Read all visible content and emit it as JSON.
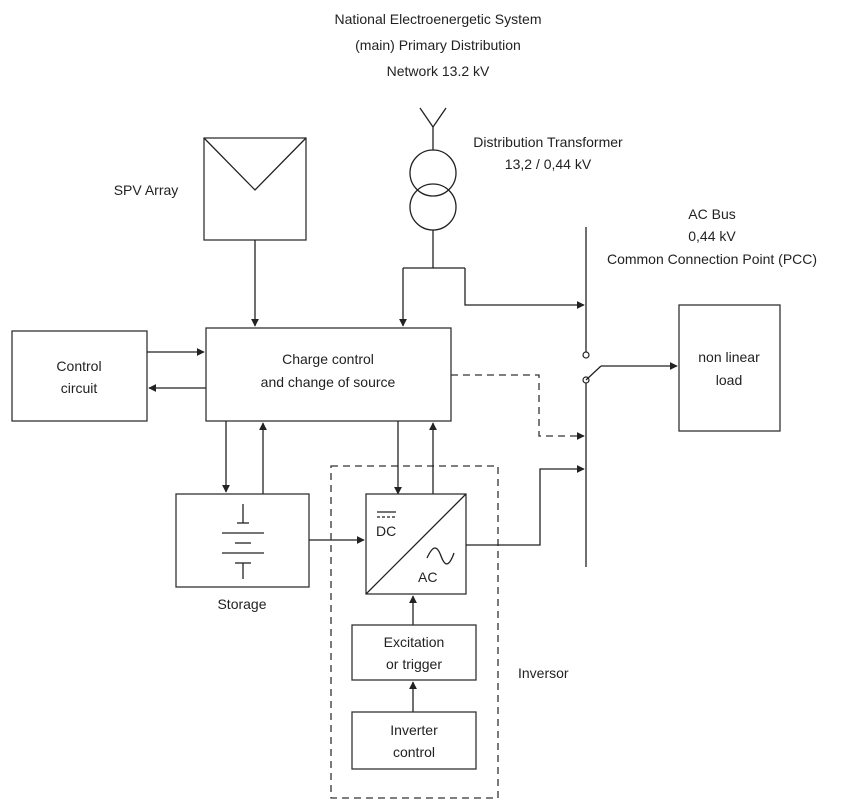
{
  "network": {
    "line1": "National Electroenergetic System",
    "line2": "(main) Primary Distribution",
    "line3": "Network 13.2 kV"
  },
  "transformer": {
    "line1": "Distribution Transformer",
    "line2": "13,2 / 0,44 kV"
  },
  "spv_array": {
    "label": "SPV Array"
  },
  "ac_bus": {
    "line1": "AC Bus",
    "line2": "0,44 kV",
    "line3": "Common Connection Point (PCC)"
  },
  "control_circuit": {
    "line1": "Control",
    "line2": "circuit"
  },
  "charge_control": {
    "line1": "Charge control",
    "line2": "and change of source"
  },
  "load": {
    "line1": "non linear",
    "line2": "load"
  },
  "storage": {
    "label": "Storage"
  },
  "converter": {
    "dc": "DC",
    "ac": "AC"
  },
  "excitation": {
    "line1": "Excitation",
    "line2": "or trigger"
  },
  "inverter_control": {
    "line1": "Inverter",
    "line2": "control"
  },
  "inversor": {
    "label": "Inversor"
  }
}
